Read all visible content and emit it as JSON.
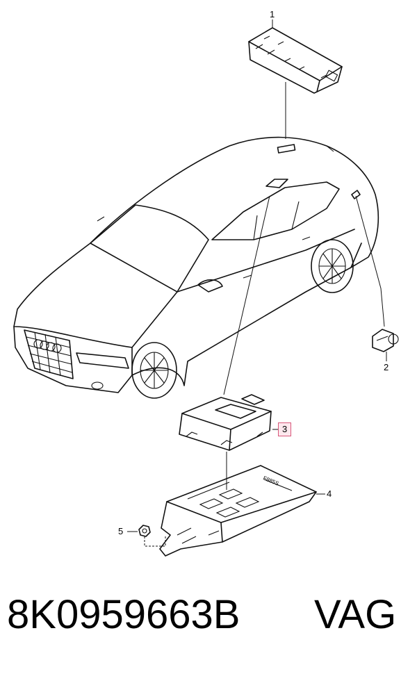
{
  "callouts": {
    "c1": "1",
    "c2": "2",
    "c3": "3",
    "c4": "4",
    "c5": "5"
  },
  "footer": {
    "part_number": "8K0959663B",
    "manufacturer": "VAG"
  },
  "colors": {
    "line": "#111111",
    "highlight_border": "#d8577a",
    "highlight_fill": "#fde8ee"
  }
}
